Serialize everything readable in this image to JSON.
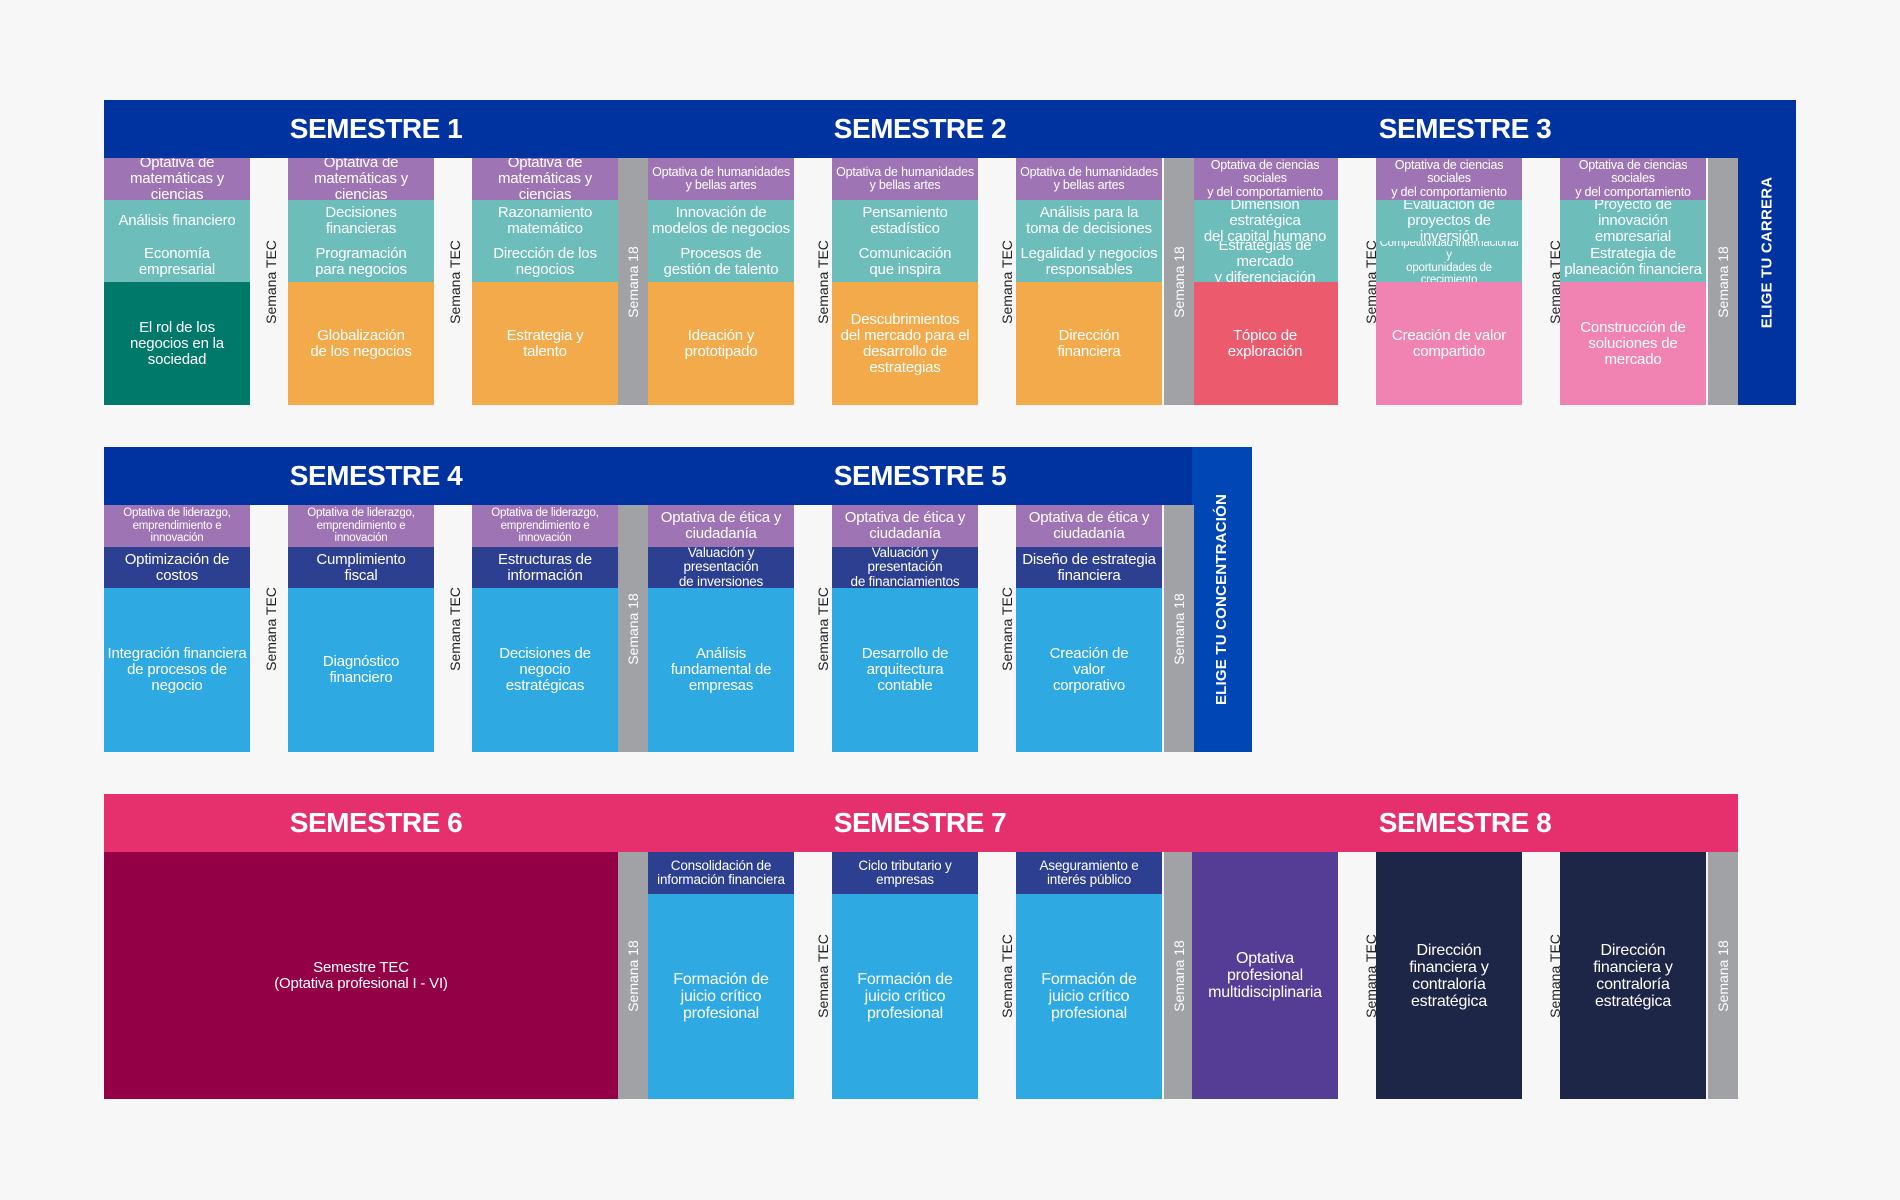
{
  "colors": {
    "header_blue": "#0033a0",
    "elige_blue": "#0046b4",
    "header_pink": "#e6306e",
    "lilac": "#9f74b5",
    "teal_light": "#6dbdbb",
    "teal_dark": "#00796b",
    "orange": "#f2aa4a",
    "coral": "#ec5a6e",
    "pink": "#f083b2",
    "navy": "#2c3f90",
    "sky": "#2ea9e1",
    "burgundy": "#930046",
    "purple": "#553c94",
    "dark_navy": "#1e2648",
    "gray": "#a1a2a5"
  },
  "labels": {
    "semana_tec": "Semana TEC",
    "semana_18": "Semana 18",
    "elige_carrera": "ELIGE TU CARRERA",
    "elige_concentracion": "ELIGE TU CONCENTRACIÓN"
  },
  "semesters": {
    "s1": "SEMESTRE 1",
    "s2": "SEMESTRE 2",
    "s3": "SEMESTRE 3",
    "s4": "SEMESTRE 4",
    "s5": "SEMESTRE 5",
    "s6": "SEMESTRE 6",
    "s7": "SEMESTRE 7",
    "s8": "SEMESTRE 8"
  },
  "row1": {
    "s1": [
      {
        "top": "Optativa de\nmatemáticas y ciencias",
        "mid1": "Análisis financiero",
        "mid2": "Economía\nempresarial",
        "big": "El rol de los\nnegocios en la\nsociedad"
      },
      {
        "top": "Optativa de\nmatemáticas y ciencias",
        "mid1": "Decisiones\nfinancieras",
        "mid2": "Programación\npara negocios",
        "big": "Globalización\nde los negocios"
      },
      {
        "top": "Optativa de\nmatemáticas y ciencias",
        "mid1": "Razonamiento\nmatemático",
        "mid2": "Dirección de los\nnegocios",
        "big": "Estrategia y\ntalento"
      }
    ],
    "s2": [
      {
        "top": "Optativa de humanidades\ny bellas artes",
        "mid1": "Innovación de\nmodelos de negocios",
        "mid2": "Procesos de\ngestión de talento",
        "big": "Ideación y\nprototipado"
      },
      {
        "top": "Optativa de humanidades\ny bellas artes",
        "mid1": "Pensamiento\nestadístico",
        "mid2": "Comunicación\nque inspira",
        "big": "Descubrimientos\ndel mercado para el\ndesarrollo de\nestrategias"
      },
      {
        "top": "Optativa de humanidades\ny bellas artes",
        "mid1": "Análisis para la\ntoma de decisiones",
        "mid2": "Legalidad y negocios\nresponsables",
        "big": "Dirección\nfinanciera"
      }
    ],
    "s3": [
      {
        "top": "Optativa de ciencias sociales\ny del comportamiento",
        "mid1": "Dimensión estratégica\ndel capital humano",
        "mid2": "Estrategias de mercado\ny diferenciación",
        "big": "Tópico de\nexploración"
      },
      {
        "top": "Optativa de ciencias sociales\ny del comportamiento",
        "mid1": "Evaluación de\nproyectos de inversión",
        "mid2": "Competitividad internacional y\noportunidades de crecimiento",
        "big": "Creación de valor\ncompartido"
      },
      {
        "top": "Optativa de ciencias sociales\ny del comportamiento",
        "mid1": "Proyecto de\ninnovación empresarial",
        "mid2": "Estrategia de\nplaneación financiera",
        "big": "Construcción de\nsoluciones de\nmercado"
      }
    ]
  },
  "row2": {
    "s4": [
      {
        "top": "Optativa de liderazgo,\nemprendimiento e innovación",
        "mid": "Optimización de\ncostos",
        "big": "Integración financiera\nde procesos de\nnegocio"
      },
      {
        "top": "Optativa de liderazgo,\nemprendimiento e innovación",
        "mid": "Cumplimiento\nfiscal",
        "big": "Diagnóstico\nfinanciero"
      },
      {
        "top": "Optativa de liderazgo,\nemprendimiento e innovación",
        "mid": "Estructuras de\ninformación",
        "big": "Decisiones de\nnegocio\nestratégicas"
      }
    ],
    "s5": [
      {
        "top": "Optativa de ética y\nciudadanía",
        "mid": "Valuación y presentación\nde inversiones",
        "big": "Análisis\nfundamental de\nempresas"
      },
      {
        "top": "Optativa de ética y\nciudadanía",
        "mid": "Valuación y presentación\nde financiamientos",
        "big": "Desarrollo de\narquitectura\ncontable"
      },
      {
        "top": "Optativa de ética y\nciudadanía",
        "mid": "Diseño de estrategia\nfinanciera",
        "big": "Creación de\nvalor\ncorporativo"
      }
    ]
  },
  "row3": {
    "s6": {
      "big": "Semestre TEC\n(Optativa profesional I - VI)"
    },
    "s7": [
      {
        "top": "Consolidación de\ninformación financiera",
        "big": "Formación de\njuicio crítico\nprofesional"
      },
      {
        "top": "Ciclo tributario y\nempresas",
        "big": "Formación de\njuicio crítico\nprofesional"
      },
      {
        "top": "Aseguramiento e\ninterés público",
        "big": "Formación de\njuicio crítico\nprofesional"
      }
    ],
    "s8": [
      {
        "big": "Optativa\nprofesional\nmultidisciplinaria"
      },
      {
        "big": "Dirección\nfinanciera y\ncontraloría\nestratégica"
      },
      {
        "big": "Dirección\nfinanciera y\ncontraloría\nestratégica"
      }
    ]
  }
}
